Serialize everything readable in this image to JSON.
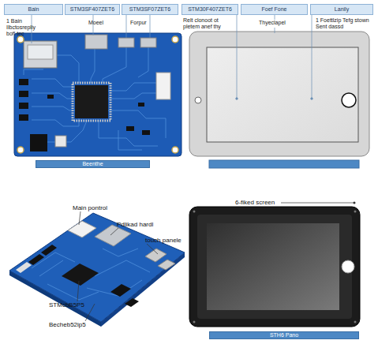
{
  "diagram": {
    "nodes": [
      {
        "text": [
          "Bain"
        ]
      },
      {
        "text": [
          "STM3SF407ZET6"
        ]
      },
      {
        "text": [
          "STM3SF07ZET6"
        ]
      },
      {
        "text": [
          "STM30F407ZET6"
        ]
      },
      {
        "text": [
          "Foef Fone"
        ]
      },
      {
        "text": [
          "Lanily"
        ]
      },
      {
        "text": [
          "Beenthe"
        ]
      },
      {
        "text": [
          "STH6 Pano"
        ]
      }
    ],
    "labels": [
      "1 Bain Ilbctosrepliy bofl tec",
      "Moeel",
      "Forpur",
      "Relt clonoot ot pletem anef thy",
      "Thyeclapel",
      "1 Foettlzip Tefg stown Sent dassd",
      "6-fiked screen",
      "Main pontrol",
      "Pdlikad hardl",
      "touch panele",
      "STMcbB5P5",
      "Becheb52ip5"
    ]
  }
}
